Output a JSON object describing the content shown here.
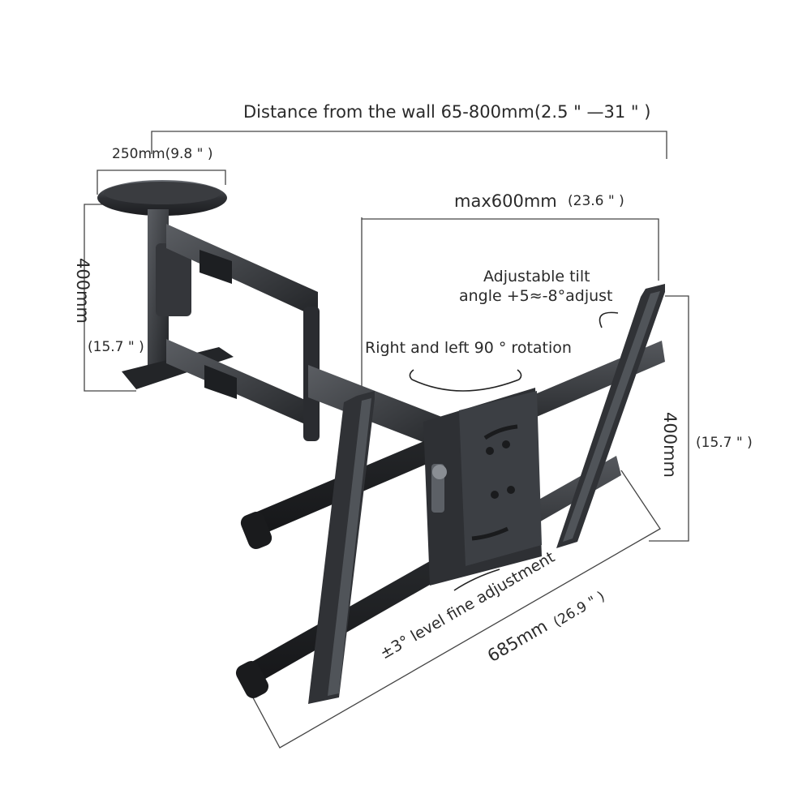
{
  "annotations": {
    "wall_distance": "Distance from the wall 65-800mm(2.5 \" —31 \" )",
    "plate_width": "250mm(9.8 \" )",
    "plate_height_mm": "400mm",
    "plate_height_in": "(15.7 \" )",
    "max_width_mm": "max600mm",
    "max_width_in": "(23.6 \" )",
    "tilt_line1": "Adjustable tilt",
    "tilt_line2": "angle +5≈-8°adjust",
    "rotation": "Right and left 90 ° rotation",
    "vesa_height_mm": "400mm",
    "vesa_height_in": "(15.7 \" )",
    "level_adjust": "±3° level fine adjustment",
    "bar_length_mm": "685mm",
    "bar_length_in": "(26.9 \" )"
  },
  "colors": {
    "metal_dark": "#2b2d30",
    "metal_mid": "#4a4d52",
    "metal_light": "#7a7e84",
    "guide_line": "#444444"
  }
}
